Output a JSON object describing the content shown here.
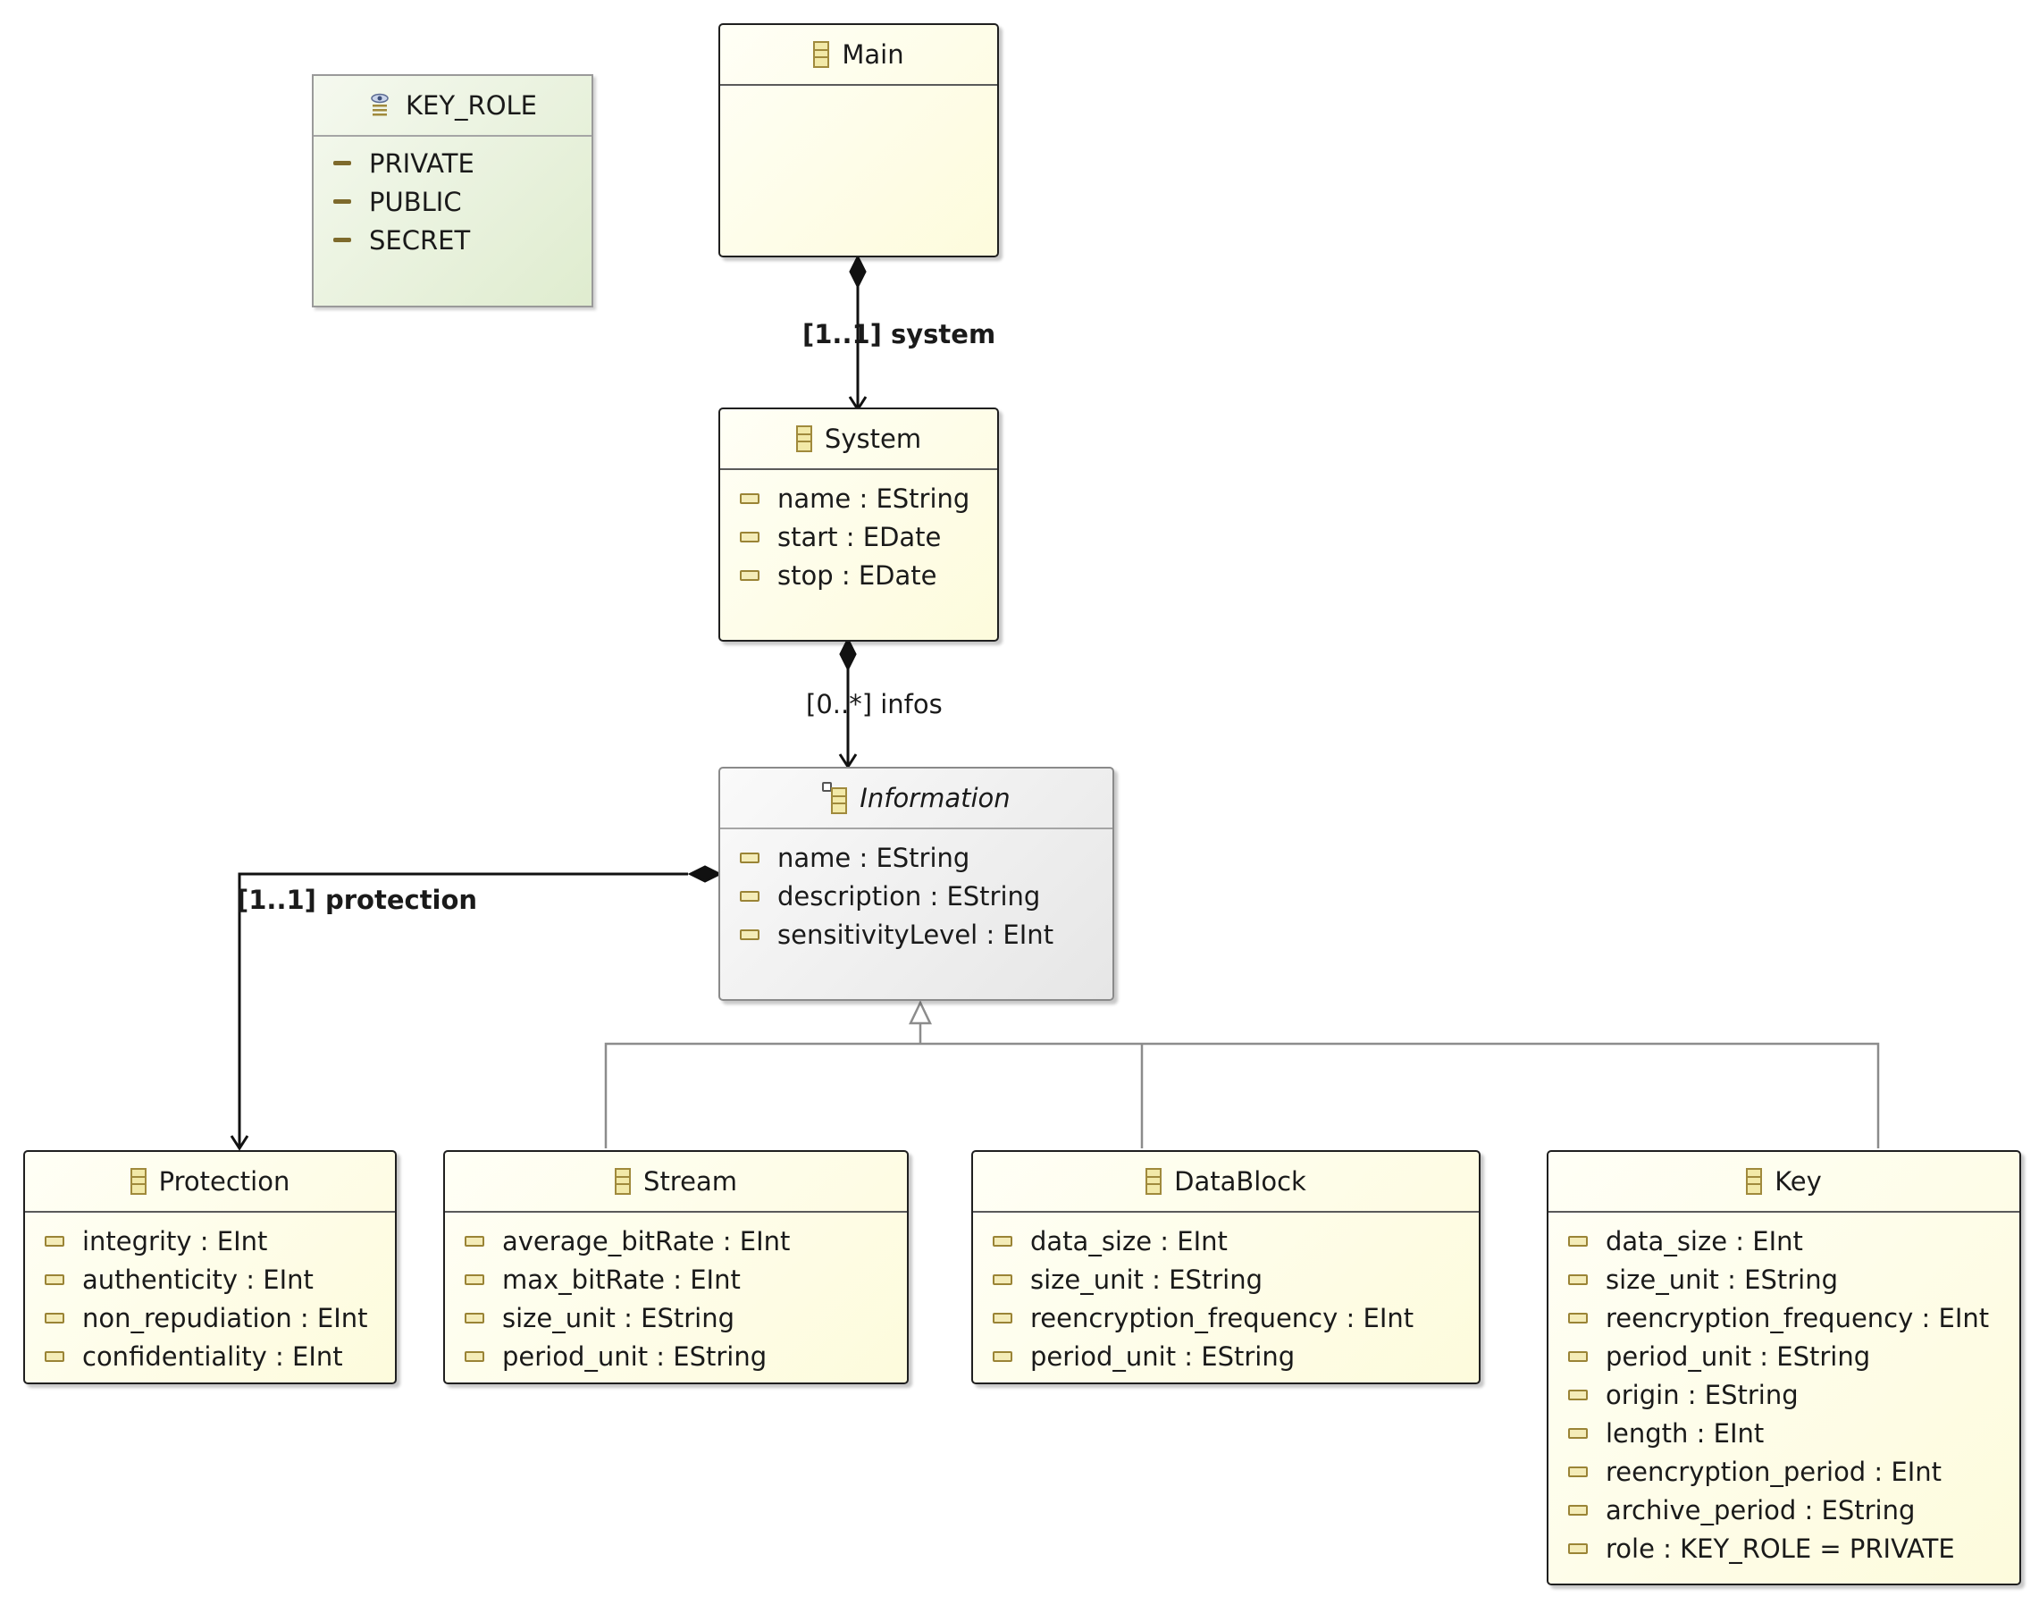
{
  "enums": [
    {
      "name": "KEY_ROLE",
      "icon": "enum-icon",
      "literals": [
        "PRIVATE",
        "PUBLIC",
        "SECRET"
      ]
    }
  ],
  "classes": {
    "main": {
      "name": "Main",
      "attributes": []
    },
    "system": {
      "name": "System",
      "attributes": [
        "name : EString",
        "start : EDate",
        "stop : EDate"
      ]
    },
    "information": {
      "name": "Information",
      "abstract": true,
      "attributes": [
        "name : EString",
        "description : EString",
        "sensitivityLevel : EInt"
      ]
    },
    "protection": {
      "name": "Protection",
      "attributes": [
        "integrity : EInt",
        "authenticity : EInt",
        "non_repudiation : EInt",
        "confidentiality : EInt"
      ]
    },
    "stream": {
      "name": "Stream",
      "attributes": [
        "average_bitRate : EInt",
        "max_bitRate : EInt",
        "size_unit : EString",
        "period_unit : EString"
      ]
    },
    "datablock": {
      "name": "DataBlock",
      "attributes": [
        "data_size : EInt",
        "size_unit : EString",
        "reencryption_frequency : EInt",
        "period_unit : EString"
      ]
    },
    "key": {
      "name": "Key",
      "attributes": [
        "data_size : EInt",
        "size_unit : EString",
        "reencryption_frequency : EInt",
        "period_unit : EString",
        "origin : EString",
        "length : EInt",
        "reencryption_period : EInt",
        "archive_period : EString",
        "role : KEY_ROLE = PRIVATE"
      ]
    }
  },
  "references": {
    "system": {
      "label": "[1..1] system",
      "from": "Main",
      "to": "System",
      "kind": "containment"
    },
    "infos": {
      "label": "[0..*] infos",
      "from": "System",
      "to": "Information",
      "kind": "containment"
    },
    "protection": {
      "label": "[1..1] protection",
      "from": "Information",
      "to": "Protection",
      "kind": "containment"
    }
  },
  "generalizations": [
    {
      "parent": "Information",
      "children": [
        "Stream",
        "DataBlock",
        "Key"
      ]
    }
  ],
  "colors": {
    "class_fill": "#fdfbdc",
    "enum_fill": "#dfeccf",
    "abstract_fill": "#e6e6e6",
    "attribute_icon": "#9a8436"
  }
}
